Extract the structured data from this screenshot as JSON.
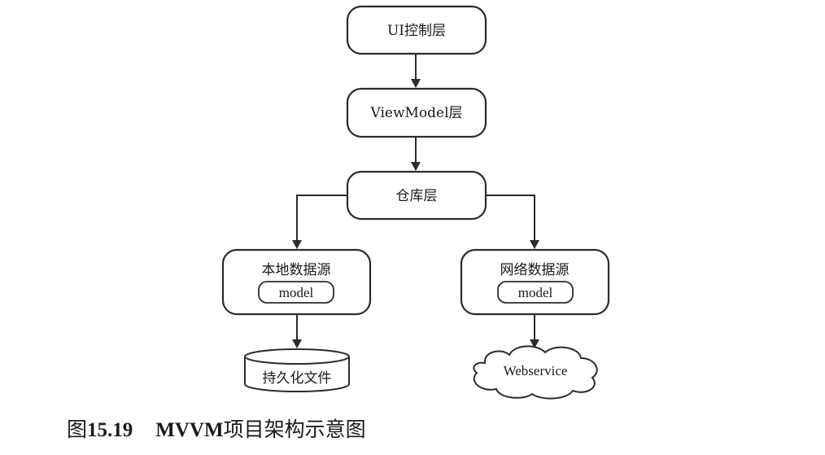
{
  "diagram": {
    "nodes": {
      "ui_layer": "UI控制层",
      "viewmodel_layer": "ViewModel层",
      "repository_layer": "仓库层",
      "local_source": {
        "title": "本地数据源",
        "inner": "model"
      },
      "remote_source": {
        "title": "网络数据源",
        "inner": "model"
      },
      "persistence_file": "持久化文件",
      "webservice": "Webservice"
    },
    "edges": [
      {
        "from": "ui_layer",
        "to": "viewmodel_layer"
      },
      {
        "from": "viewmodel_layer",
        "to": "repository_layer"
      },
      {
        "from": "repository_layer",
        "to": "local_source"
      },
      {
        "from": "repository_layer",
        "to": "remote_source"
      },
      {
        "from": "local_source",
        "to": "persistence_file"
      },
      {
        "from": "remote_source",
        "to": "webservice"
      }
    ],
    "colors": {
      "stroke": "#2b2b2b",
      "fill": "#ffffff",
      "text": "#1a1a1a"
    }
  },
  "caption": {
    "prefix": "图",
    "number": "15.19",
    "bold_title": "MVVM",
    "title": "项目架构示意图"
  }
}
